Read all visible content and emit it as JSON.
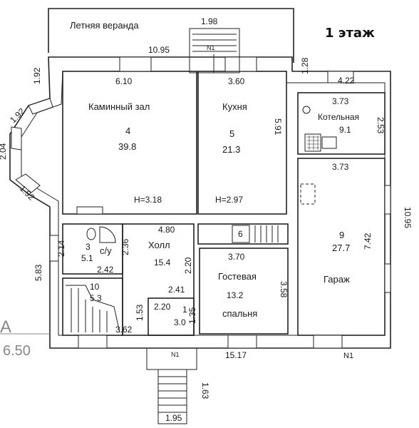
{
  "floor_title": "1 этаж",
  "axis_marker": {
    "letter": "А",
    "value": "6.50"
  },
  "rooms": {
    "veranda": {
      "name": "Летняя веранда"
    },
    "fireplace": {
      "name": "Каминный зал",
      "number": "4",
      "area": "39.8",
      "height": "H=3.18"
    },
    "kitchen": {
      "name": "Кухня",
      "number": "5",
      "area": "21.3",
      "height": "H=2.97"
    },
    "boiler": {
      "name": "Котельная",
      "area": "9.1"
    },
    "garage": {
      "name": "Гараж",
      "number": "9",
      "area": "27.7"
    },
    "hall": {
      "name": "Холл",
      "area": "15.4"
    },
    "bathroom": {
      "name": "с/у",
      "number": "3",
      "area": "5.1"
    },
    "guest": {
      "name_line1": "Гостевая",
      "name_line2": "спальня",
      "area": "13.2"
    },
    "stairs": {
      "number": "10",
      "area": "5.3"
    },
    "vestibule": {
      "number": "1",
      "area": "3.0"
    },
    "corridor": {
      "number": "6"
    }
  },
  "labels": {
    "n1_top": "N1",
    "n1_bottom": "N1",
    "n1_entrance": "N1"
  },
  "dimensions": {
    "d_1_98": "1.98",
    "d_10_95_top": "10.95",
    "d_1_28": "1.28",
    "d_4_22": "4.22",
    "d_3_73_boiler": "3.73",
    "d_2_53": "2.53",
    "d_3_73_garage": "3.73",
    "d_10_95_right": "10.95",
    "d_7_42": "7.42",
    "d_6_10": "6.10",
    "d_3_60": "3.60",
    "d_5_91": "5.91",
    "d_1_92_a": "1.92",
    "d_1_92_b": "1.92",
    "d_2_04": "2.04",
    "d_1_92_c": "1.92",
    "d_4_80": "4.80",
    "d_2_14": "2.14",
    "d_2_36": "2.36",
    "d_2_42": "2.42",
    "d_5_83": "5.83",
    "d_3_70": "3.70",
    "d_2_20_v": "2.20",
    "d_3_58": "3.58",
    "d_2_41": "2.41",
    "d_2_20_h": "2.20",
    "d_1_53": "1.53",
    "d_1_35": "1.35",
    "d_3_62": "3.62",
    "d_15_17": "15.17",
    "d_1_63": "1.63",
    "d_1_95": "1.95"
  }
}
